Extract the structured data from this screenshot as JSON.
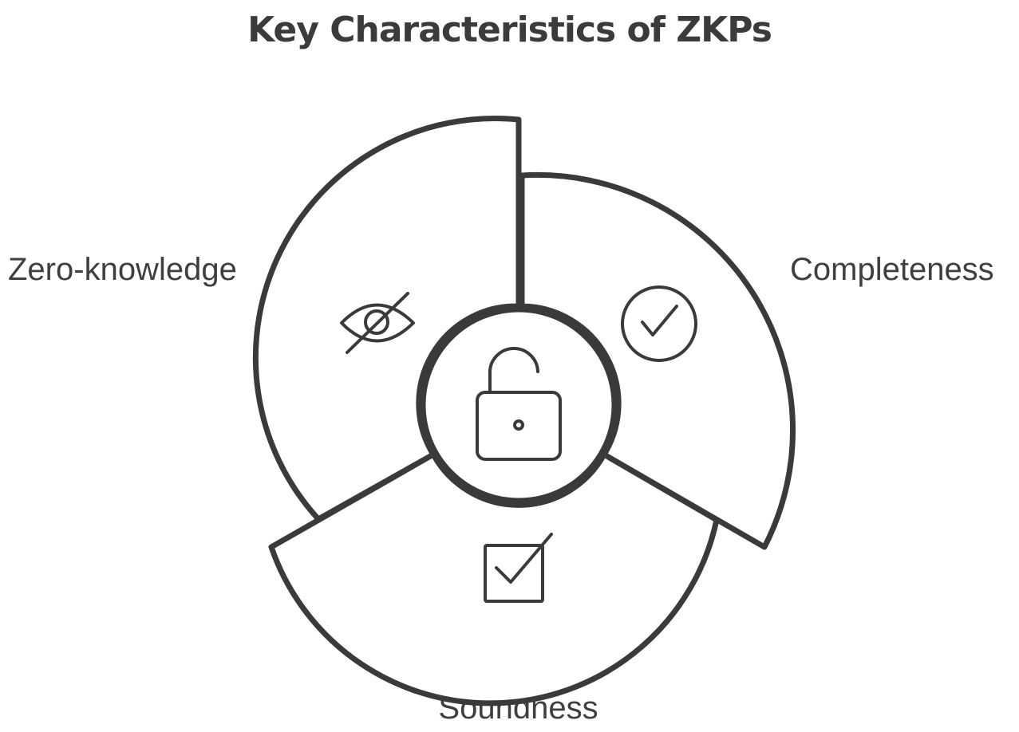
{
  "title": "Key Characteristics of ZKPs",
  "segments": [
    {
      "label": "Zero-knowledge",
      "icon": "eye-off-icon"
    },
    {
      "label": "Completeness",
      "icon": "check-circle-icon"
    },
    {
      "label": "Soundness",
      "icon": "checkbox-checked-icon"
    }
  ],
  "center": {
    "icon": "unlocked-padlock-icon"
  },
  "colors": {
    "stroke": "#3a3a3a",
    "fill": "#ffffff",
    "text": "#3f3f3f"
  }
}
